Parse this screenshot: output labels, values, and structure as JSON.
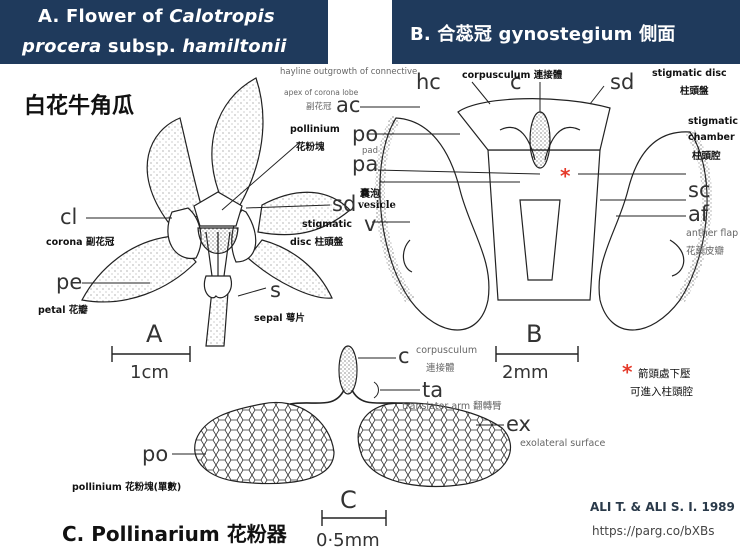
{
  "header": {
    "a_line1_prefix": "A. Flower of ",
    "a_line1_italic": "Calotropis",
    "a_line2_italic1": "procera",
    "a_line2_mid": " subsp. ",
    "a_line2_italic2": "hamiltonii",
    "b_title": "B. 合蕊冠 gynostegium 側面"
  },
  "panel_a": {
    "title_zh": "白花牛角瓜",
    "letter": "A",
    "scale": "1cm",
    "labels": {
      "cl": "cl",
      "corona": "corona 副花冠",
      "pe": "pe",
      "petal": "petal 花瓣",
      "s": "s",
      "sepal": "sepal 萼片",
      "sd": "sd",
      "stigmatic_disc": "stigmatic",
      "stigmatic_disc2": "disc 柱頭盤",
      "pollinium": "pollinium",
      "pollinium_zh": "花粉塊"
    }
  },
  "panel_b": {
    "letter": "B",
    "scale": "2mm",
    "labels": {
      "hyaline": "hayline outgrowth of connective",
      "apex": "apex of corona lobe",
      "apex_zh": "副花冠",
      "hc": "hc",
      "c": "c",
      "sd": "sd",
      "corpusculum": "corpusculum",
      "corpusculum_zh": "連接體",
      "stigmatic_disc": "stigmatic disc",
      "stigmatic_disc_zh": "柱頭盤",
      "ac": "ac",
      "po": "po",
      "pad": "pad",
      "pa": "pa",
      "vesicle_zh": "囊泡",
      "vesicle": "vesicle",
      "v": "v",
      "stigmatic_chamber1": "stigmatic",
      "stigmatic_chamber2": "chamber",
      "stigmatic_chamber_zh": "柱頭腔",
      "sc": "sc",
      "af": "af",
      "anther_flap": "anther flap",
      "anther_flap_zh": "花藥皮瓣"
    },
    "note_star": "*",
    "note1": "箭頭處下壓",
    "note2": "可進入柱頭腔"
  },
  "panel_c": {
    "title": "C. Pollinarium  花粉器",
    "letter": "C",
    "scale": "0·5mm",
    "labels": {
      "c": "c",
      "corpusculum": "corpusculum",
      "corpusculum_zh": "連接體",
      "ta": "ta",
      "translator": "translator arm 翻轉臂",
      "ex": "ex",
      "exolateral": "exolateral surface",
      "po": "po",
      "pollinium": "pollinium 花粉塊(單數)"
    }
  },
  "credit": "ALI T. & ALI S. I. 1989",
  "url": "https://parg.co/bXBs",
  "colors": {
    "header_bg": "#1f3a5c",
    "star": "#e53a2a"
  }
}
